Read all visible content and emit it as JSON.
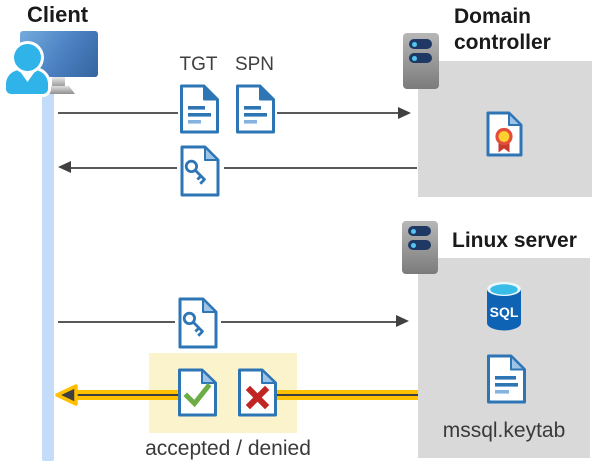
{
  "client": {
    "label": "Client"
  },
  "domain_controller": {
    "label": "Domain controller"
  },
  "linux_server": {
    "label": "Linux server",
    "database_label": "SQL",
    "keytab_label": "mssql.keytab"
  },
  "messages": {
    "ticket_request": {
      "label_tgt": "TGT",
      "label_spn": "SPN"
    },
    "result": {
      "caption": "accepted / denied"
    }
  },
  "icons": {
    "client": "user-at-computer-icon",
    "servers": "server-icon",
    "ticket": "document-icon",
    "key": "key-document-icon",
    "certificate": "certificate-document-icon",
    "database": "sql-database-icon",
    "accepted": "check-document-icon",
    "denied": "cross-document-icon"
  },
  "colors": {
    "document_blue": "#2E75B6",
    "fold_light_blue": "#9DC3E6",
    "lifeline_blue": "#C3DCF8",
    "box_gray": "#D9D9D9",
    "highlight_yellow": "#FBF3CC",
    "arrow_gray": "#595959",
    "arrowhead_dark": "#3F4040",
    "accent_yellow": "#FFC000",
    "check_green": "#6CAE45",
    "cross_red": "#C02423",
    "seal_yellow": "#FFD02E",
    "seal_red": "#E34E3B",
    "person_cyan": "#2FB3E8",
    "server_navy": "#1F3864",
    "server_dot_cyan": "#53C6F0"
  }
}
